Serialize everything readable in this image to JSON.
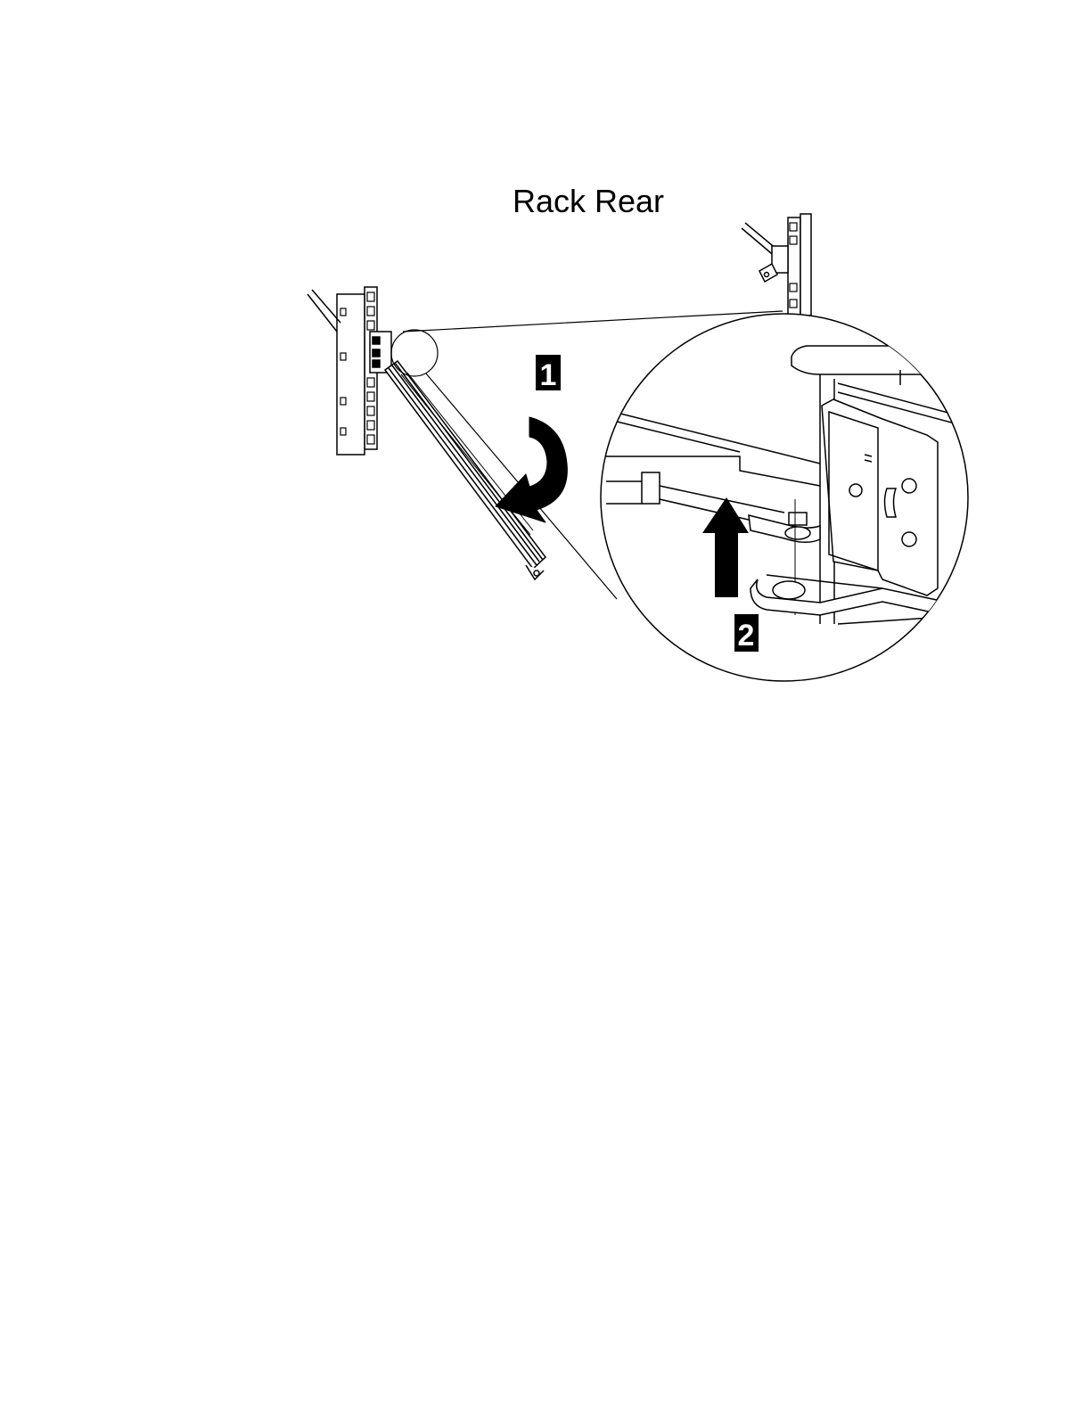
{
  "title": "Rack Rear",
  "steps": [
    {
      "label": "1",
      "action": "rotate"
    },
    {
      "label": "2",
      "action": "lift"
    }
  ],
  "colors": {
    "ink": "#000000",
    "paper": "#ffffff",
    "badge": "#000000"
  },
  "icons": {
    "step1": "curved-arrow-icon",
    "step2": "up-arrow-icon"
  }
}
